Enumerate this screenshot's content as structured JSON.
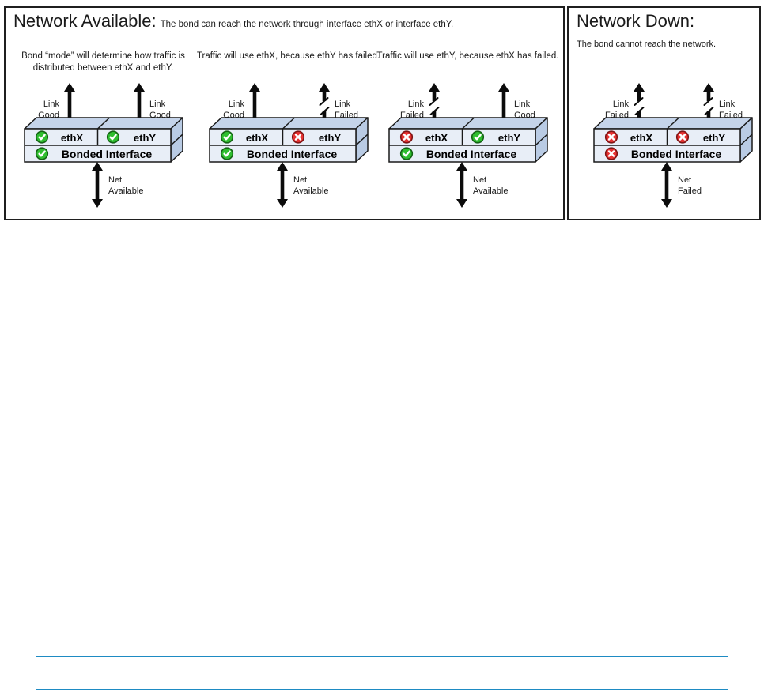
{
  "colors": {
    "status_ok_green": "#2fbe2f",
    "status_fail_red": "#e63232",
    "box_front_blue": "#e8eef7",
    "box_top_blue": "#c5d4ea",
    "box_side_blue": "#b9cbe4",
    "outline_black": "#1f1f1f",
    "rule_blue": "#1e8bc3"
  },
  "available": {
    "title": "Network Available:",
    "subtitle": "The bond can reach the network through interface ethX or interface ethY.",
    "scenarios": [
      {
        "caption": "Bond “mode” will determine how traffic is distributed between ethX and ethY.",
        "left_link": {
          "state": "good",
          "line1": "Link",
          "line2": "Good"
        },
        "right_link": {
          "state": "good",
          "line1": "Link",
          "line2": "Good"
        },
        "ethx": {
          "name": "ethX",
          "status": "ok"
        },
        "ethy": {
          "name": "ethY",
          "status": "ok"
        },
        "bond": {
          "label": "Bonded Interface",
          "status": "ok"
        },
        "net": {
          "line1": "Net",
          "line2": "Available"
        }
      },
      {
        "caption": "Traffic will use ethX, because ethY has failed.",
        "left_link": {
          "state": "good",
          "line1": "Link",
          "line2": "Good"
        },
        "right_link": {
          "state": "fail",
          "line1": "Link",
          "line2": "Failed"
        },
        "ethx": {
          "name": "ethX",
          "status": "ok"
        },
        "ethy": {
          "name": "ethY",
          "status": "fail"
        },
        "bond": {
          "label": "Bonded Interface",
          "status": "ok"
        },
        "net": {
          "line1": "Net",
          "line2": "Available"
        }
      },
      {
        "caption": "Traffic will use ethY, because ethX has failed.",
        "left_link": {
          "state": "fail",
          "line1": "Link",
          "line2": "Failed"
        },
        "right_link": {
          "state": "good",
          "line1": "Link",
          "line2": "Good"
        },
        "ethx": {
          "name": "ethX",
          "status": "fail"
        },
        "ethy": {
          "name": "ethY",
          "status": "ok"
        },
        "bond": {
          "label": "Bonded Interface",
          "status": "ok"
        },
        "net": {
          "line1": "Net",
          "line2": "Available"
        }
      }
    ]
  },
  "down": {
    "title": "Network Down:",
    "subtitle": "The bond cannot reach the network.",
    "scenario": {
      "left_link": {
        "state": "fail",
        "line1": "Link",
        "line2": "Failed"
      },
      "right_link": {
        "state": "fail",
        "line1": "Link",
        "line2": "Failed"
      },
      "ethx": {
        "name": "ethX",
        "status": "fail"
      },
      "ethy": {
        "name": "ethY",
        "status": "fail"
      },
      "bond": {
        "label": "Bonded Interface",
        "status": "fail"
      },
      "net": {
        "line1": "Net",
        "line2": "Failed"
      }
    }
  }
}
